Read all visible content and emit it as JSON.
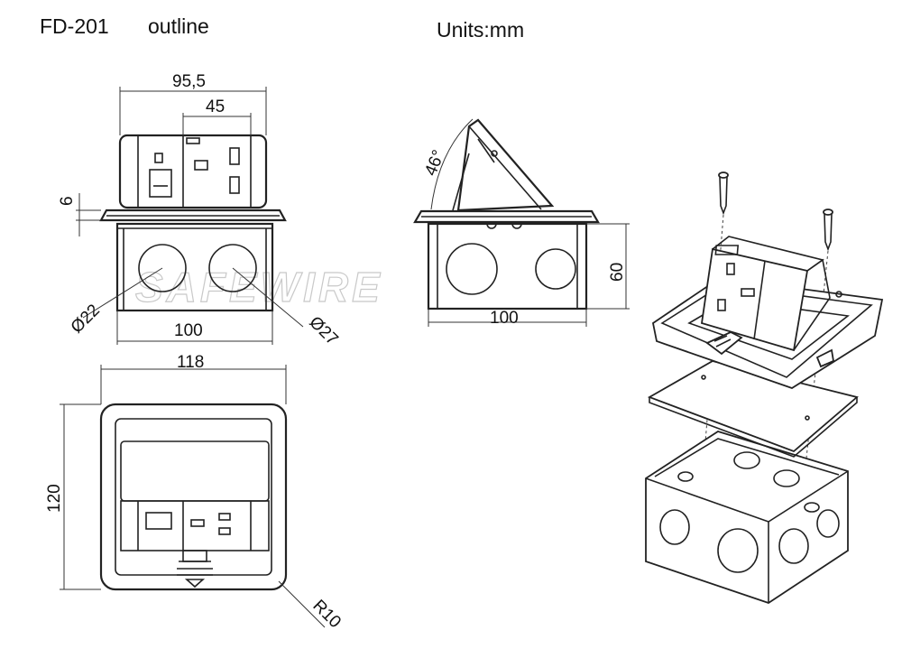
{
  "header": {
    "model": "FD-201",
    "subtitle": "outline",
    "units": "Units:mm"
  },
  "watermark": "SAFEWIRE",
  "front_view": {
    "overall_width": "95,5",
    "socket_width": "45",
    "flange_thickness": "6",
    "knockout_small": "Ø22",
    "knockout_large": "Ø27",
    "box_width": "100"
  },
  "side_view": {
    "tilt_angle": "46°",
    "height": "60",
    "box_width": "100"
  },
  "top_view": {
    "width": "118",
    "depth": "120",
    "corner_radius": "R10"
  },
  "colors": {
    "line": "#222222",
    "watermark": "#c9c9c9"
  }
}
